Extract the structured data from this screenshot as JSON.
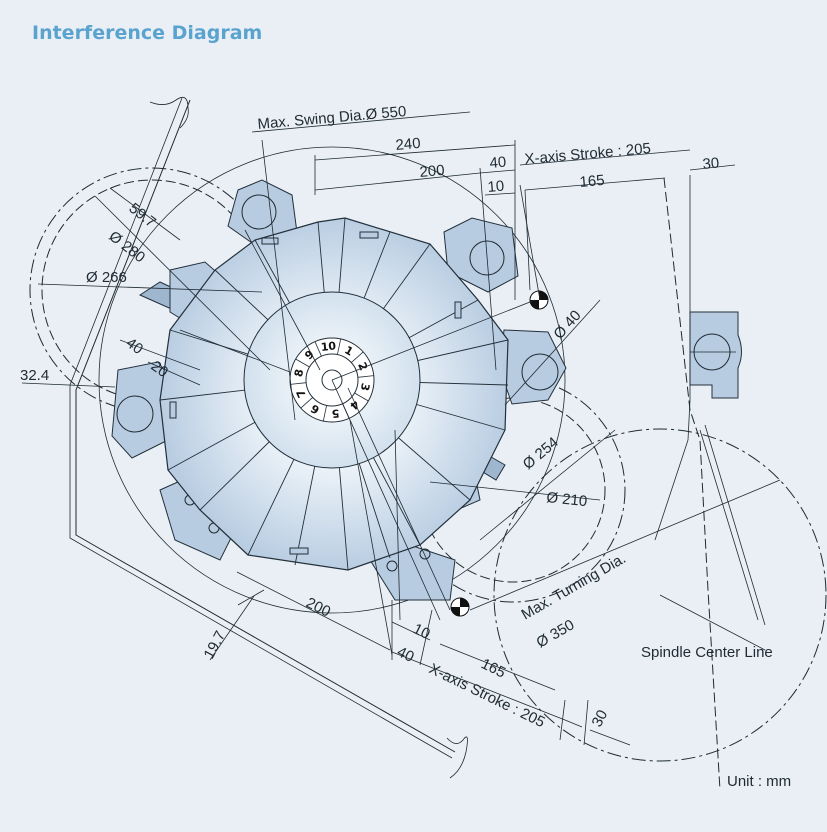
{
  "title": "Interference Diagram",
  "unit_label": "Unit : mm",
  "colors": {
    "background": "#e9eff5",
    "title": "#5aa3cf",
    "turret_fill": "#b8cce1",
    "line": "#1f2a33"
  },
  "dimensions": {
    "max_swing": "Max. Swing Dia.Ø 550",
    "top_240": "240",
    "top_200": "200",
    "top_40": "40",
    "top_x_stroke": "X-axis Stroke : 205",
    "top_30": "30",
    "top_10": "10",
    "top_165": "165",
    "d597": "59.7",
    "d280": "Ø 280",
    "d266": "Ø 266",
    "d40_left": "40",
    "d20_left": "20",
    "d324": "32.4",
    "d40_dia": "Ø 40",
    "d254": "Ø 254",
    "d210": "Ø 210",
    "max_turning": "Max. Turning Dia.",
    "d350": "Ø 350",
    "spindle": "Spindle Center Line",
    "bot_200": "200",
    "bot_197": "19.7",
    "bot_10": "10",
    "bot_40": "40",
    "bot_165": "165",
    "bot_x_stroke": "X-axis Stroke : 205",
    "bot_30": "30"
  },
  "station_numbers": [
    "1",
    "2",
    "3",
    "4",
    "5",
    "6",
    "7",
    "8",
    "9",
    "10"
  ]
}
